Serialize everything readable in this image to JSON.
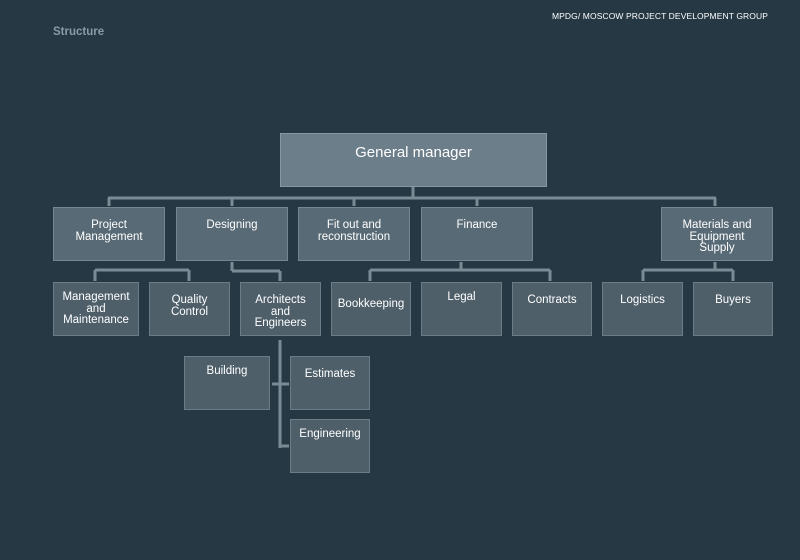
{
  "header": {
    "org": "MPDG/ MOSCOW PROJECT DEVELOPMENT GROUP",
    "title": "Structure"
  },
  "chart": {
    "root": "General manager",
    "departments": [
      "Project\nManagement",
      "Designing",
      "Fit out and\nreconstruction",
      "Finance",
      "Materials and\nEquipment\nSupply"
    ],
    "units": [
      "Management\nand\nMaintenance",
      "Quality\nControl",
      "Architects\nand\nEngineers",
      "Bookkeeping",
      "Legal",
      "Contracts",
      "Logistics",
      "Buyers"
    ],
    "subunits": [
      "Building",
      "Estimates",
      "Engineering"
    ]
  },
  "colors": {
    "background": "#263843",
    "box": "#4e5f6a",
    "root_box": "#6c7e89",
    "connector": "#7b8b95"
  }
}
